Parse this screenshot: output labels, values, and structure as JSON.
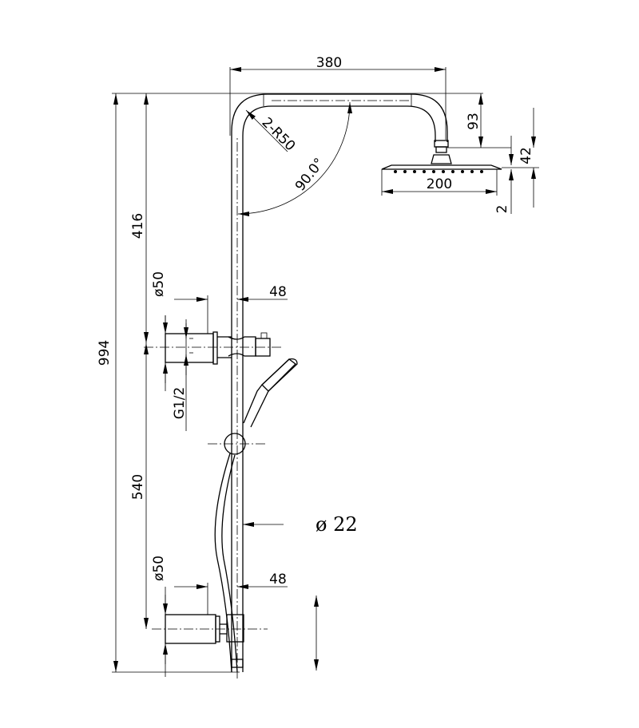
{
  "dimensions": {
    "arm_width": "380",
    "arm_drop": "93",
    "bend_radius": "2-R50",
    "bend_angle": "90.0°",
    "head_diameter": "200",
    "head_height": "42",
    "head_plate": "2",
    "total_height": "994",
    "top_to_upper_bracket": "416",
    "bracket_spacing": "540",
    "upper_bracket_diameter": "ø50",
    "upper_bracket_offset": "48",
    "thread": "G1/2",
    "lower_bracket_diameter": "ø50",
    "lower_bracket_offset": "48",
    "pipe_diameter": "ø 22"
  }
}
